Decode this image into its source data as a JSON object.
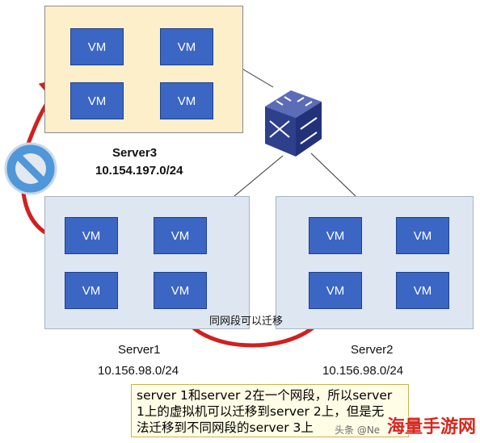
{
  "servers": {
    "server3": {
      "name": "Server3",
      "subnet": "10.154.197.0/24",
      "vms": [
        "VM",
        "VM",
        "VM",
        "VM"
      ]
    },
    "server1": {
      "name": "Server1",
      "subnet": "10.156.98.0/24",
      "vms": [
        "VM",
        "VM",
        "VM",
        "VM"
      ]
    },
    "server2": {
      "name": "Server2",
      "subnet": "10.156.98.0/24",
      "vms": [
        "VM",
        "VM",
        "VM",
        "VM"
      ]
    }
  },
  "migration_label": "同网段可以迁移",
  "note_lines": [
    "server 1和server 2在一个网段，所以server",
    "1上的虚拟机可以迁移到server 2上，但是无",
    "法迁移到不同网段的server 3上"
  ],
  "source_credit": "头条 @Ne",
  "watermark": "海量手游网",
  "colors": {
    "vm_blue": "#3b66c4",
    "server3_bg": "#fdefc9",
    "server12_bg": "#dde6f1",
    "arrow_red": "#d21f1f",
    "switch_blue": "#2e3f8c",
    "forbidden_blue": "#4f97d8"
  },
  "icons": [
    "network-switch-icon",
    "forbidden-icon"
  ]
}
